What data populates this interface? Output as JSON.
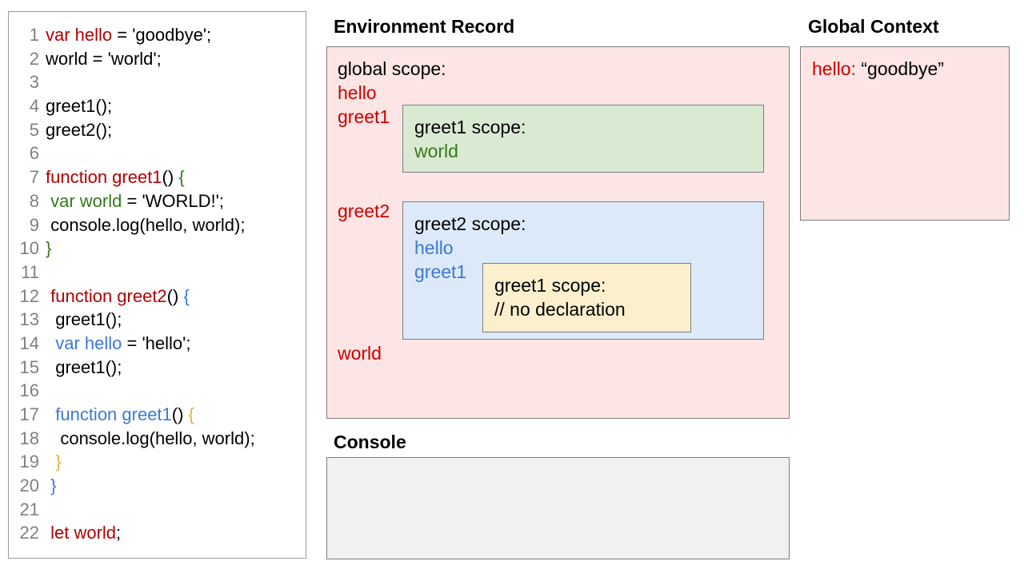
{
  "editor": {
    "name": "code-editor",
    "lines": [
      {
        "num": "1",
        "tokens": [
          {
            "t": "var hello",
            "c": "red"
          },
          {
            "t": " = 'goodbye';",
            "c": "black"
          }
        ]
      },
      {
        "num": "2",
        "tokens": [
          {
            "t": "world = 'world';",
            "c": "black"
          }
        ]
      },
      {
        "num": "3",
        "tokens": []
      },
      {
        "num": "4",
        "tokens": [
          {
            "t": "greet1();",
            "c": "black"
          }
        ]
      },
      {
        "num": "5",
        "tokens": [
          {
            "t": "greet2();",
            "c": "black"
          }
        ]
      },
      {
        "num": "6",
        "tokens": []
      },
      {
        "num": "7",
        "tokens": [
          {
            "t": "function greet1",
            "c": "red"
          },
          {
            "t": "() ",
            "c": "black"
          },
          {
            "t": "{",
            "c": "green"
          }
        ]
      },
      {
        "num": "8",
        "tokens": [
          {
            "t": " ",
            "c": "black"
          },
          {
            "t": "var world",
            "c": "green"
          },
          {
            "t": " = 'WORLD!';",
            "c": "black"
          }
        ]
      },
      {
        "num": "9",
        "tokens": [
          {
            "t": " console.log(hello, world);",
            "c": "black"
          }
        ]
      },
      {
        "num": "10",
        "tokens": [
          {
            "t": "}",
            "c": "green"
          }
        ]
      },
      {
        "num": "11",
        "tokens": []
      },
      {
        "num": "12",
        "tokens": [
          {
            "t": " ",
            "c": "black"
          },
          {
            "t": "function greet2",
            "c": "red"
          },
          {
            "t": "() ",
            "c": "black"
          },
          {
            "t": "{",
            "c": "blue"
          }
        ]
      },
      {
        "num": "13",
        "tokens": [
          {
            "t": "  greet1();",
            "c": "black"
          }
        ]
      },
      {
        "num": "14",
        "tokens": [
          {
            "t": "  ",
            "c": "black"
          },
          {
            "t": "var hello",
            "c": "blue"
          },
          {
            "t": " = 'hello';",
            "c": "black"
          }
        ]
      },
      {
        "num": "15",
        "tokens": [
          {
            "t": "  greet1();",
            "c": "black"
          }
        ]
      },
      {
        "num": "16",
        "tokens": []
      },
      {
        "num": "17",
        "tokens": [
          {
            "t": "  ",
            "c": "black"
          },
          {
            "t": "function greet1",
            "c": "blue"
          },
          {
            "t": "() ",
            "c": "black"
          },
          {
            "t": "{",
            "c": "orange"
          }
        ]
      },
      {
        "num": "18",
        "tokens": [
          {
            "t": "   console.log(hello, world);",
            "c": "black"
          }
        ]
      },
      {
        "num": "19",
        "tokens": [
          {
            "t": "  ",
            "c": "black"
          },
          {
            "t": "}",
            "c": "orange"
          }
        ]
      },
      {
        "num": "20",
        "tokens": [
          {
            "t": " ",
            "c": "black"
          },
          {
            "t": "}",
            "c": "blue"
          }
        ]
      },
      {
        "num": "21",
        "tokens": []
      },
      {
        "num": "22",
        "tokens": [
          {
            "t": " ",
            "c": "black"
          },
          {
            "t": "let world",
            "c": "red"
          },
          {
            "t": ";",
            "c": "black"
          }
        ]
      }
    ]
  },
  "environment_record": {
    "title": "Environment Record",
    "global_scope_label": "global scope:",
    "global_bindings": [
      "hello",
      "greet1",
      "greet2",
      "world"
    ],
    "greet1_scope": {
      "title": "greet1 scope:",
      "bindings": [
        "world"
      ]
    },
    "greet2_scope": {
      "title": "greet2 scope:",
      "bindings": [
        "hello",
        "greet1"
      ],
      "nested_greet1_scope": {
        "title": "greet1 scope:",
        "note": "// no declaration"
      }
    }
  },
  "global_context": {
    "title": "Global Context",
    "entries": [
      {
        "key": "hello:",
        "value": "“goodbye”"
      }
    ]
  },
  "console": {
    "title": "Console",
    "output": ""
  },
  "colors": {
    "red": "#cc0000",
    "dark_red": "#b30000",
    "green": "#38761d",
    "blue": "#3c78d8",
    "orange": "#e8b33a",
    "pink_panel": "#fce5e4",
    "green_panel": "#d9ead3",
    "blue_panel": "#dce9f8",
    "yellow_panel": "#fcefcd",
    "console_panel": "#f1f1f1",
    "border": "#7f7f7f"
  }
}
